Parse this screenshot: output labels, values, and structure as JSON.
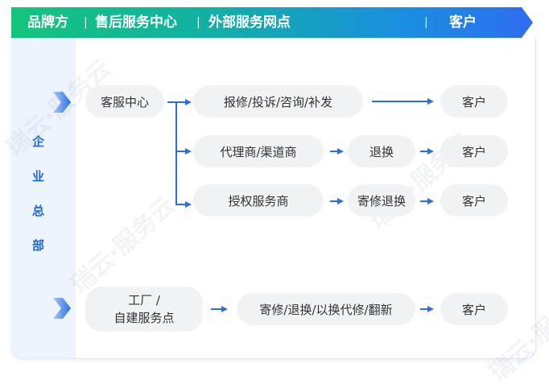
{
  "header": {
    "items": [
      "品牌方",
      "售后服务中心",
      "外部服务网点",
      "客户"
    ],
    "separator": "|"
  },
  "sidebar": {
    "chars": [
      "企",
      "业",
      "总",
      "部"
    ]
  },
  "nodes": {
    "service_center": "客服中心",
    "repair": "报修/投诉/咨询/补发",
    "agent": "代理商/渠道商",
    "return_ex": "退换",
    "authorized": "授权服务商",
    "mail_return": "寄修退换",
    "factory_line1": "工厂 /",
    "factory_line2": "自建服务点",
    "factory_flow": "寄修/退换/以换代修/翻新",
    "customer_1": "客户",
    "customer_2": "客户",
    "customer_3": "客户",
    "customer_4": "客户"
  },
  "watermark": "瑞云·服务云",
  "colors": {
    "accent": "#2d6fe0",
    "green": "#14c47c",
    "pill": "#f1f2f4"
  }
}
